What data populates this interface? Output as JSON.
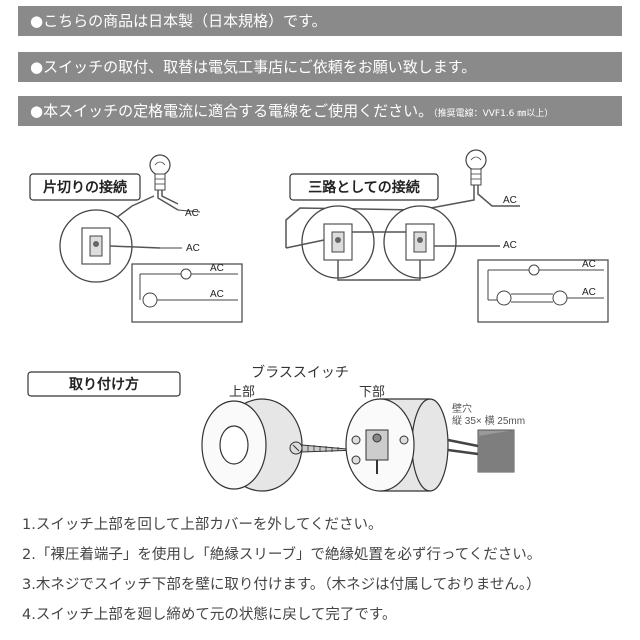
{
  "banners": {
    "line1": "●こちらの商品は日本製（日本規格）です。",
    "line2": "●スイッチの取付、取替は電気工事店にご依頼をお願い致します。",
    "line3": "●本スイッチの定格電流に適合する電線をご使用ください。",
    "line3_note": "（推奨電線：VVF1.6 ㎜以上）"
  },
  "single_pole": {
    "title": "片切りの接続",
    "ac_top": "AC",
    "ac_bottom": "AC",
    "schem_ac_top": "AC",
    "schem_ac_bottom": "AC"
  },
  "three_way": {
    "title": "三路としての接続",
    "ac_top": "AC",
    "ac_bottom": "AC",
    "schem_ac_top": "AC",
    "schem_ac_bottom": "AC"
  },
  "install": {
    "title": "取り付け方",
    "product_label": "ブラススイッチ",
    "upper_label": "上部",
    "lower_label": "下部",
    "hole_label": "壁穴",
    "hole_size": "縦 35× 横 25mm"
  },
  "steps": [
    "1.スイッチ上部を回して上部カバーを外してください。",
    "2.「裸圧着端子」を使用し「絶縁スリーブ」で絶縁処置を必ず行ってください。",
    "3.木ネジでスイッチ下部を壁に取り付けます。（木ネジは付属しておりません。）",
    "4.スイッチ上部を廻し締めて元の状態に戻して完了です。"
  ]
}
